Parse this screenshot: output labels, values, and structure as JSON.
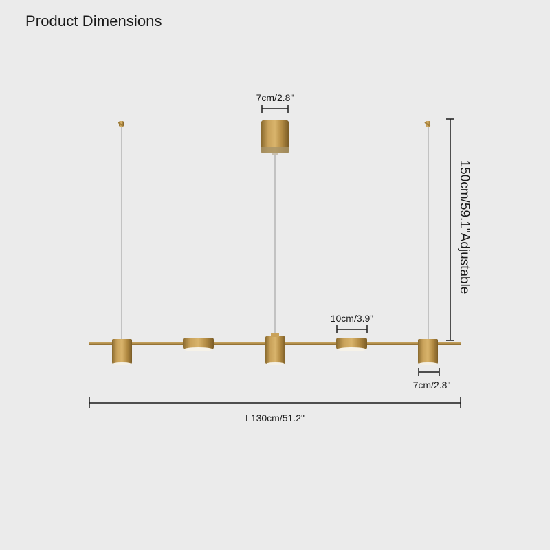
{
  "title": "Product Dimensions",
  "labels": {
    "canopy_width": "7cm/2.8\"",
    "height": "150cm/59.1\"Adjustable",
    "disc_width": "10cm/3.9\"",
    "cylinder_width": "7cm/2.8\"",
    "length": "L130cm/51.2\""
  },
  "colors": {
    "background": "#ebebeb",
    "brass": "#b8924a",
    "text": "#1a1a1a"
  }
}
